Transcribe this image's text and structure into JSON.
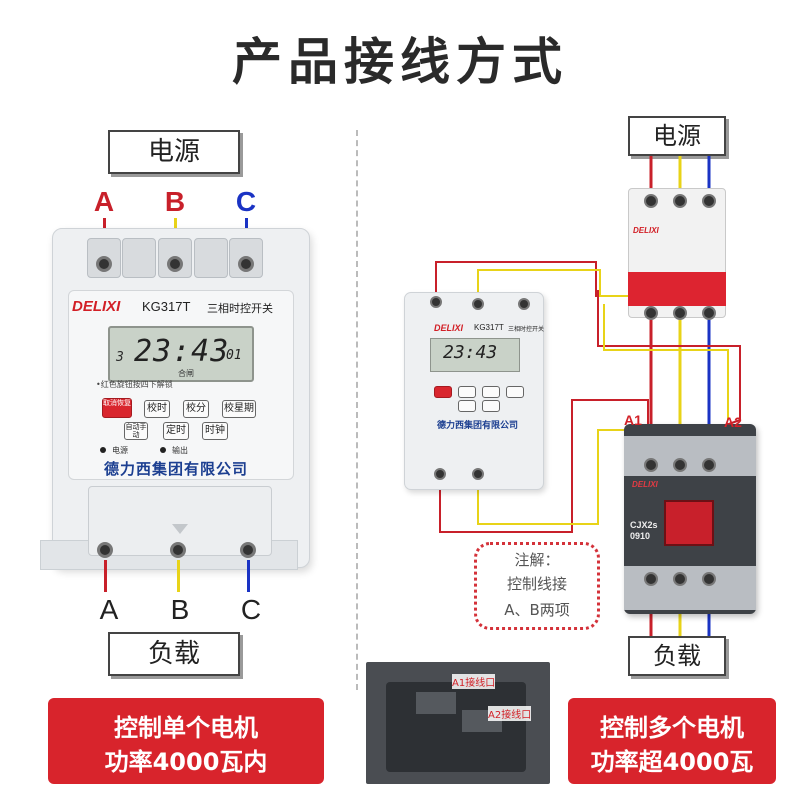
{
  "title": "产品接线方式",
  "left": {
    "power_label": "电源",
    "load_label": "负载",
    "phases_top": [
      "A",
      "B",
      "C"
    ],
    "phases_bottom": [
      "A",
      "B",
      "C"
    ],
    "device": {
      "brand": "DELIXI",
      "model": "KG317T",
      "model_name": "三相时控开关",
      "lcd_day": "3",
      "lcd_time": "23:43",
      "lcd_seconds": "01",
      "lcd_sub": "合闸",
      "note_line": "•红色旋钮按四下解锁",
      "buttons": [
        "自动手动",
        "校时",
        "校分",
        "校星期",
        "取消恢复",
        "定时",
        "时钟"
      ],
      "leds": [
        "电源",
        "输出"
      ],
      "company": "德力西集团有限公司"
    },
    "banner": [
      "控制单个电机",
      "功率4000瓦内"
    ]
  },
  "right": {
    "power_label": "电源",
    "load_label": "负载",
    "device": {
      "brand": "DELIXI",
      "model": "KG317T",
      "model_name": "三相时控开关",
      "lcd_time": "23:43",
      "company": "德力西集团有限公司"
    },
    "breaker_brand": "DELIXI",
    "contactor": {
      "brand": "DELIXI",
      "model_line1": "CJX2s",
      "model_line2": "0910",
      "a1": "A1",
      "a2": "A2"
    },
    "note": [
      "注解：",
      "控制线接",
      "A、B两项"
    ],
    "photo_labels": [
      "A1接线口",
      "A2接线口"
    ],
    "banner": [
      "控制多个电机",
      "功率超4000瓦"
    ]
  },
  "colors": {
    "phase_a": "#c8202a",
    "phase_b": "#e8d318",
    "phase_c": "#1a33c4",
    "accent_red": "#d8242c"
  }
}
